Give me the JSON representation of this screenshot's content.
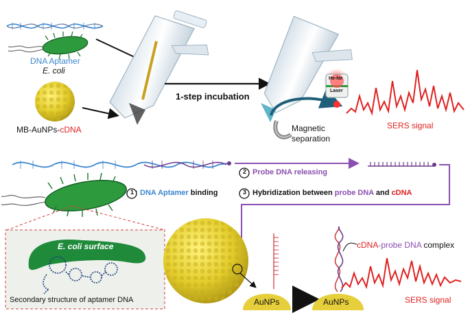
{
  "top": {
    "aptamer_label": "DNA Aptamer",
    "ecoli_label": "E. coli",
    "mb_prefix": "MB-AuNPs-",
    "mb_suffix": "cDNA",
    "incubation_label": "1-step incubation",
    "laser_line1": "He-Ne",
    "laser_line2": "Laser",
    "magnetic_line1": "Magnetic",
    "magnetic_line2": "separation",
    "sers_signal_label": "SERS signal"
  },
  "steps": {
    "step1_num": "1",
    "step1_part1": "DNA Aptamer",
    "step1_part2": " binding",
    "step2_num": "2",
    "step2_label": "Probe DNA releasing",
    "step3_num": "3",
    "step3_part1": "Hybridization between ",
    "step3_part2": "probe DNA",
    "step3_part3": " and ",
    "step3_part4": "cDNA"
  },
  "bottom": {
    "ecoli_surface": "E. coli surface",
    "secondary_structure": "Secondary structure of aptamer DNA",
    "aunps_label_1": "AuNPs",
    "aunps_label_2": "AuNPs",
    "complex_part1": "cDNA",
    "complex_part2": "-probe DNA",
    "complex_part3": " complex",
    "sers_signal_label": "SERS signal"
  },
  "colors": {
    "blue": "#3a86d0",
    "purple": "#8a4fb0",
    "red": "#e02020",
    "green": "#1f8a3a",
    "gold": "#e6cf3a",
    "dark": "#111111"
  }
}
